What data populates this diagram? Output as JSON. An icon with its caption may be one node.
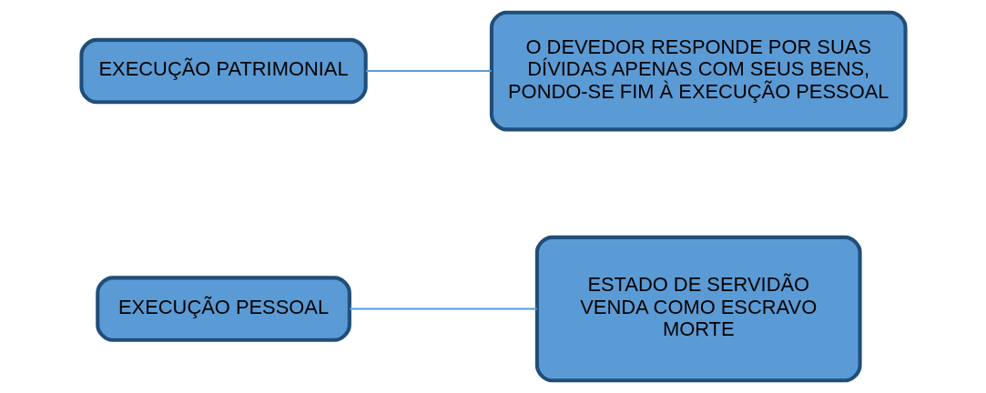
{
  "diagram": {
    "nodes": [
      {
        "text": [
          "EXECUÇÃO PESSOAL"
        ]
      },
      {
        "text": [
          "ESTADO DE SERVIDÃO",
          "VENDA COMO ESCRAVO",
          "MORTE"
        ]
      },
      {
        "text": [
          "EXECUÇÃO PATRIMONIAL"
        ]
      },
      {
        "text": [
          "O DEVEDOR RESPONDE POR SUAS DÍVIDAS APENAS COM SEUS BENS, PONDO-SE FIM À EXECUÇÃO PESSOAL"
        ]
      }
    ],
    "edges": [
      {
        "from": 0,
        "to": 1,
        "arrow": "none"
      },
      {
        "from": 2,
        "to": 3,
        "arrow": "none"
      }
    ]
  }
}
